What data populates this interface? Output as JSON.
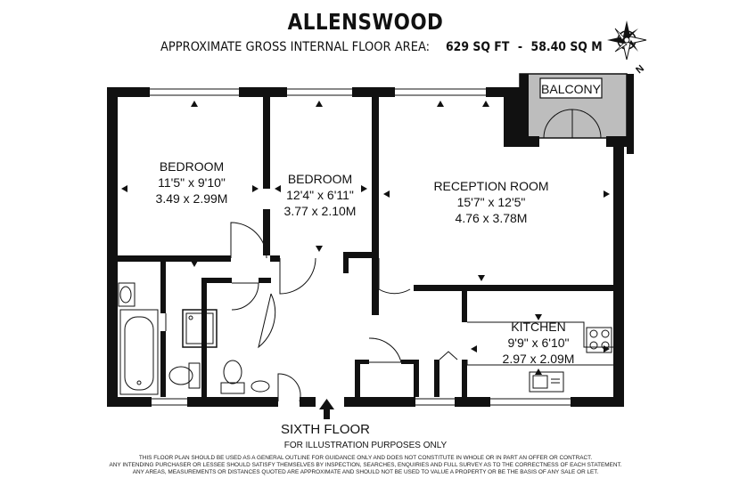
{
  "title": "ALLENSWOOD",
  "area": {
    "label": "APPROXIMATE GROSS INTERNAL FLOOR AREA:",
    "sqft": "629 SQ FT",
    "separator": "-",
    "sqm": "58.40 SQ M"
  },
  "compass": {
    "label": "N"
  },
  "rooms": [
    {
      "name": "BEDROOM",
      "imperial": "11'5\" x 9'10\"",
      "metric": "3.49 x 2.99M"
    },
    {
      "name": "BEDROOM",
      "imperial": "12'4\" x 6'11\"",
      "metric": "3.77 x 2.10M"
    },
    {
      "name": "RECEPTION ROOM",
      "imperial": "15'7\" x 12'5\"",
      "metric": "4.76 x 3.78M"
    },
    {
      "name": "KITCHEN",
      "imperial": "9'9\" x 6'10\"",
      "metric": "2.97 x 2.09M"
    }
  ],
  "balcony": {
    "name": "BALCONY"
  },
  "floor_label": "SIXTH FLOOR",
  "illustration_note": "FOR ILLUSTRATION PURPOSES ONLY",
  "disclaimer": [
    "THIS FLOOR PLAN SHOULD BE USED AS A GENERAL OUTLINE FOR GUIDANCE ONLY AND DOES NOT CONSTITUTE IN WHOLE OR IN PART AN OFFER OR CONTRACT.",
    "ANY INTENDING PURCHASER OR LESSEE SHOULD SATISFY THEMSELVES BY INSPECTION, SEARCHES, ENQUIRIES AND FULL SURVEY AS TO THE CORRECTNESS OF EACH STATEMENT.",
    "ANY AREAS, MEASUREMENTS OR DISTANCES QUOTED ARE APPROXIMATE AND SHOULD NOT BE USED TO VALUE A PROPERTY OR BE THE BASIS OF ANY SALE OR LET."
  ]
}
